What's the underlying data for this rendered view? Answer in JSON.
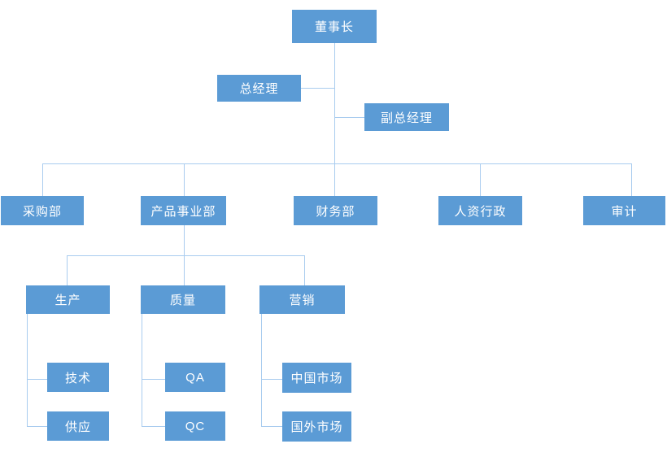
{
  "colors": {
    "node_fill": "#5B9BD5",
    "node_text": "#FFFFFF",
    "connector": "#A9CCEF",
    "background": "#FFFFFF"
  },
  "nodes": {
    "chairman": {
      "label": "董事长"
    },
    "general_manager": {
      "label": "总经理"
    },
    "deputy_general_manager": {
      "label": "副总经理"
    },
    "purchasing": {
      "label": "采购部"
    },
    "product_division": {
      "label": "产品事业部"
    },
    "finance": {
      "label": "财务部"
    },
    "hr_admin": {
      "label": "人资行政"
    },
    "audit": {
      "label": "审计"
    },
    "production": {
      "label": "生产"
    },
    "quality": {
      "label": "质量"
    },
    "marketing": {
      "label": "营销"
    },
    "technology": {
      "label": "技术"
    },
    "supply": {
      "label": "供应"
    },
    "qa": {
      "label": "QA"
    },
    "qc": {
      "label": "QC"
    },
    "china_market": {
      "label": "中国市场"
    },
    "foreign_market": {
      "label": "国外市场"
    }
  },
  "hierarchy": {
    "label": "董事长",
    "assistants": [
      "总经理",
      "副总经理"
    ],
    "children": [
      {
        "label": "采购部"
      },
      {
        "label": "产品事业部",
        "children": [
          {
            "label": "生产",
            "children": [
              {
                "label": "技术"
              },
              {
                "label": "供应"
              }
            ]
          },
          {
            "label": "质量",
            "children": [
              {
                "label": "QA"
              },
              {
                "label": "QC"
              }
            ]
          },
          {
            "label": "营销",
            "children": [
              {
                "label": "中国市场"
              },
              {
                "label": "国外市场"
              }
            ]
          }
        ]
      },
      {
        "label": "财务部"
      },
      {
        "label": "人资行政"
      },
      {
        "label": "审计"
      }
    ]
  }
}
